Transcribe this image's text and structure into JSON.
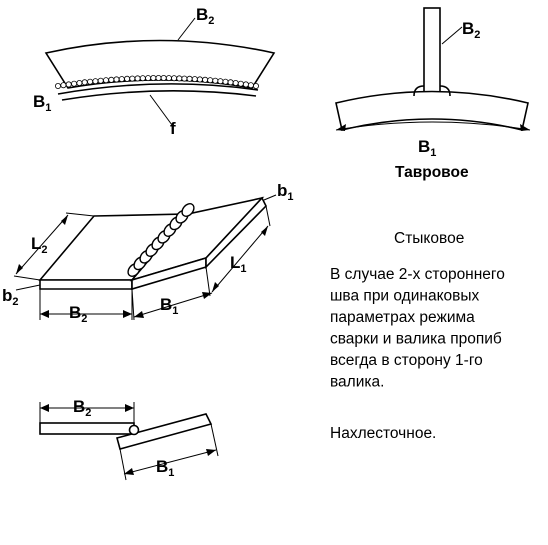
{
  "labels": {
    "b2": "B",
    "b2_sub": "2",
    "b1": "B",
    "b1_sub": "1",
    "f": "f",
    "l2": "L",
    "l2_sub": "2",
    "l1": "L",
    "l1_sub": "1",
    "sb1": "b",
    "sb1_sub": "1",
    "sb2": "b",
    "sb2_sub": "2"
  },
  "captions": {
    "tee": "Тавровое",
    "butt": "Стыковое",
    "lap": "Нахлесточное."
  },
  "note": {
    "lines": [
      "В случае 2-х стороннего",
      "шва при одинаковых",
      "параметрах режима",
      "сварки и валика пропиб",
      "всегда в сторону 1-го",
      "валика."
    ]
  }
}
